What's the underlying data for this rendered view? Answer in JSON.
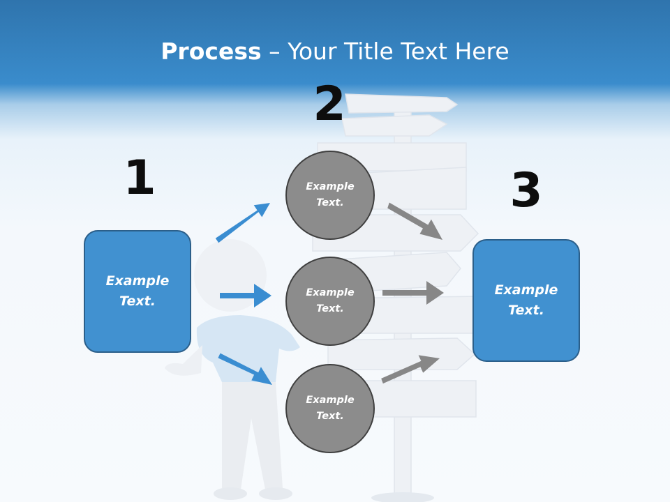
{
  "title": {
    "bold": "Process",
    "rest": " – Your Title Text Here"
  },
  "steps": {
    "one": "1",
    "two": "2",
    "three": "3"
  },
  "left_box": {
    "text": "Example\nText."
  },
  "right_box": {
    "text": "Example\nText."
  },
  "circles": [
    {
      "text": "Example\nText."
    },
    {
      "text": "Example\nText."
    },
    {
      "text": "Example\nText."
    }
  ],
  "colors": {
    "header_blue": "#3a8ccc",
    "box_blue": "#4191d0",
    "box_border": "#2b5f8a",
    "circle_gray": "#8c8c8c",
    "circle_border": "#3f3f3f",
    "arrow_blue": "#3a8dd1",
    "arrow_gray": "#878787"
  }
}
